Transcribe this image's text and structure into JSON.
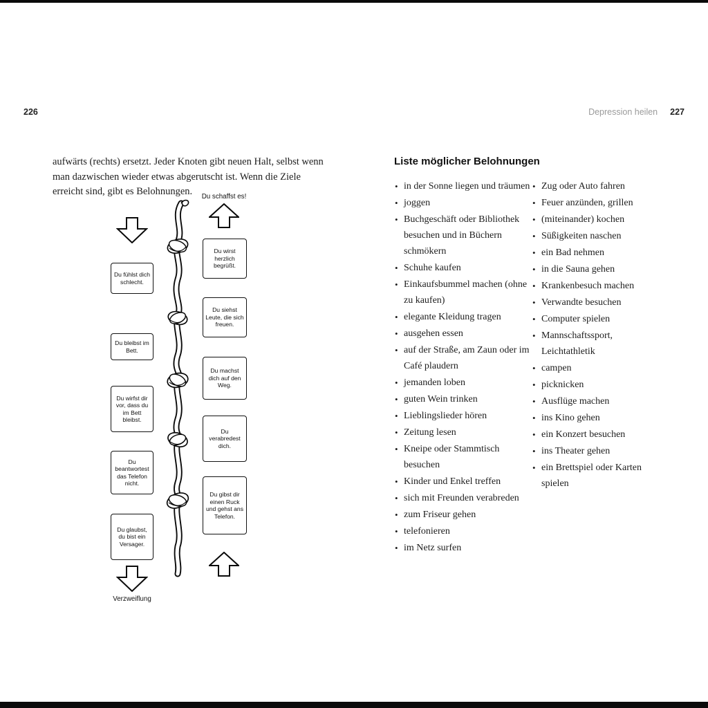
{
  "page_left": {
    "page_number": "226",
    "paragraph": "aufwärts (rechts) ersetzt. Jeder Knoten gibt neuen Halt, selbst wenn man dazwischen wieder etwas abgerutscht ist. Wenn die Ziele erreicht sind, gibt es Belohnungen.",
    "diagram": {
      "top_label": "Du schaffst es!",
      "bottom_label": "Verzweiflung",
      "left_boxes": [
        "Du fühlst dich schlecht.",
        "Du bleibst im Bett.",
        "Du wirfst dir vor, dass du im Bett bleibst.",
        "Du beantwortest das Telefon nicht.",
        "Du glaubst, du bist ein Versager."
      ],
      "right_boxes": [
        "Du wirst herzlich begrüßt.",
        "Du siehst Leute, die sich freuen.",
        "Du machst dich auf den Weg.",
        "Du verabredest dich.",
        "Du gibst dir einen Ruck und gehst ans Telefon."
      ]
    }
  },
  "page_right": {
    "running_header": "Depression heilen",
    "page_number": "227",
    "heading": "Liste möglicher Belohnungen",
    "rewards_col1": [
      "in der Sonne liegen und träumen",
      "joggen",
      "Buchgeschäft oder Bibliothek besuchen und in Büchern schmökern",
      "Schuhe kaufen",
      "Einkaufsbummel machen (ohne zu kaufen)",
      "elegante Kleidung tragen",
      "ausgehen essen",
      "auf der Straße, am Zaun oder im Café plaudern",
      "jemanden loben",
      "guten Wein trinken",
      "Lieblingslieder hören",
      "Zeitung lesen",
      "Kneipe oder Stammtisch besuchen",
      "Kinder und Enkel treffen",
      "sich mit Freunden verabreden",
      "zum Friseur gehen",
      "telefonieren",
      "im Netz surfen"
    ],
    "rewards_col2": [
      "Zug oder Auto fahren",
      "Feuer anzünden, grillen",
      "(miteinander) kochen",
      "Süßigkeiten naschen",
      "ein Bad nehmen",
      "in die Sauna gehen",
      "Krankenbesuch machen",
      "Verwandte besuchen",
      "Computer spielen",
      "Mannschaftssport, Leichtathletik",
      "campen",
      "picknicken",
      "Ausflüge machen",
      "ins Kino gehen",
      "ein Konzert besuchen",
      "ins Theater gehen",
      "ein Brettspiel oder Karten spielen"
    ]
  }
}
